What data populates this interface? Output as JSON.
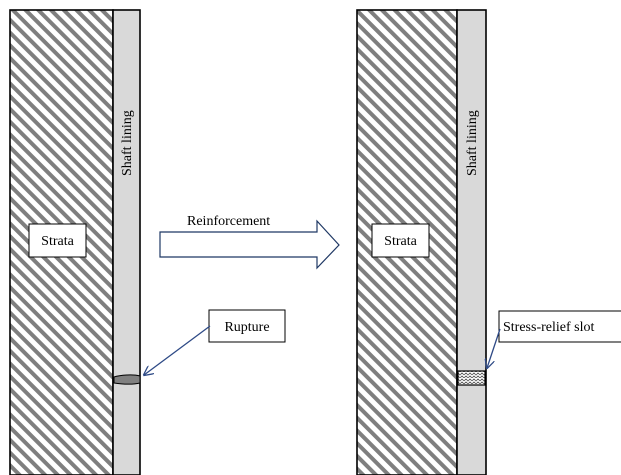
{
  "left_panel": {
    "strata_label": "Strata",
    "lining_label": "Shaft lining",
    "callout_label": "Rupture"
  },
  "arrow": {
    "label": "Reinforcement"
  },
  "right_panel": {
    "strata_label": "Strata",
    "lining_label": "Shaft lining",
    "callout_label": "Stress-relief slot"
  },
  "colors": {
    "lining_fill": "#d9d9d9",
    "hatch": "#7f7f7f",
    "stroke": "#000000",
    "arrow_stroke": "#1f3864",
    "callout_arrow": "#2e4a86",
    "rupture_fill": "#808080"
  }
}
